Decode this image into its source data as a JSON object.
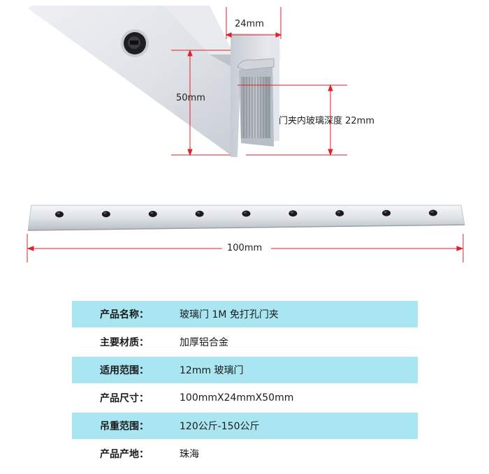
{
  "dimensions": {
    "width_label": "24mm",
    "height_label": "50mm",
    "depth_label": "门夹内玻璃深度 22mm",
    "length_label": "100mm"
  },
  "colors": {
    "dimension_line": "#e0202a",
    "row_tint": "#a9e6f2",
    "aluminum": "#dde1e6",
    "screw": "#1b1b1f"
  },
  "rail": {
    "screw_count": 9
  },
  "specs": [
    {
      "label": "产品名称：",
      "value": "玻璃门 1M 免打孔门夹"
    },
    {
      "label": "主要材质：",
      "value": "加厚铝合金"
    },
    {
      "label": "适用范围：",
      "value": "12mm 玻璃门"
    },
    {
      "label": "产品尺寸：",
      "value": "100mmX24mmX50mm"
    },
    {
      "label": "吊重范围：",
      "value": "120公斤-150公斤"
    },
    {
      "label": "产品产地：",
      "value": "珠海"
    }
  ]
}
